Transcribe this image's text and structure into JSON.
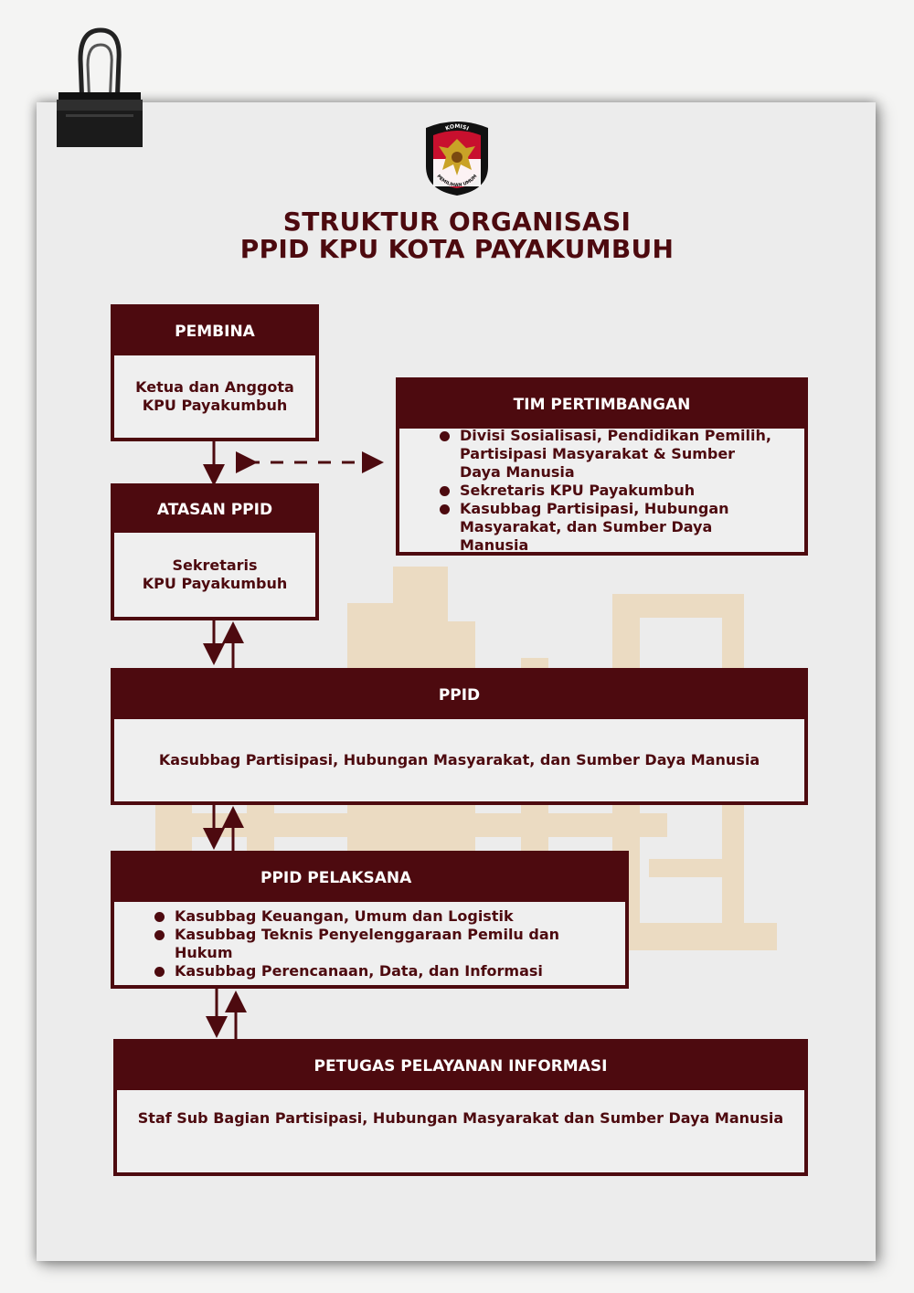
{
  "header": {
    "title_line1": "STRUKTUR ORGANISASI",
    "title_line2": "PPID KPU KOTA PAYAKUMBUH",
    "logo_top_text": "KOMISI",
    "logo_bottom_text": "PEMILIHAN UMUM"
  },
  "pembina": {
    "title": "PEMBINA",
    "line1": "Ketua dan Anggota",
    "line2": "KPU Payakumbuh"
  },
  "atasan_ppid": {
    "title": "ATASAN PPID",
    "line1": "Sekretaris",
    "line2": "KPU Payakumbuh"
  },
  "tim_pertimbangan": {
    "title": "TIM PERTIMBANGAN",
    "items": [
      "Divisi Sosialisasi, Pendidikan Pemilih, Partisipasi Masyarakat & Sumber Daya Manusia",
      "Sekretaris KPU Payakumbuh",
      "Kasubbag  Partisipasi, Hubungan Masyarakat, dan Sumber Daya Manusia"
    ]
  },
  "ppid": {
    "title": "PPID",
    "body": "Kasubbag  Partisipasi, Hubungan Masyarakat, dan Sumber Daya Manusia"
  },
  "ppid_pelaksana": {
    "title": "PPID PELAKSANA",
    "items": [
      "Kasubbag Keuangan, Umum dan Logistik",
      "Kasubbag Teknis Penyelenggaraan Pemilu dan Hukum",
      "Kasubbag Perencanaan, Data, dan Informasi"
    ]
  },
  "petugas": {
    "title": "PETUGAS PELAYANAN INFORMASI",
    "body": "Staf Sub Bagian Partisipasi, Hubungan Masyarakat dan Sumber Daya Manusia"
  },
  "colors": {
    "primary": "#4d0a0f",
    "paper": "#ececec",
    "watermark": "#e8a030"
  }
}
